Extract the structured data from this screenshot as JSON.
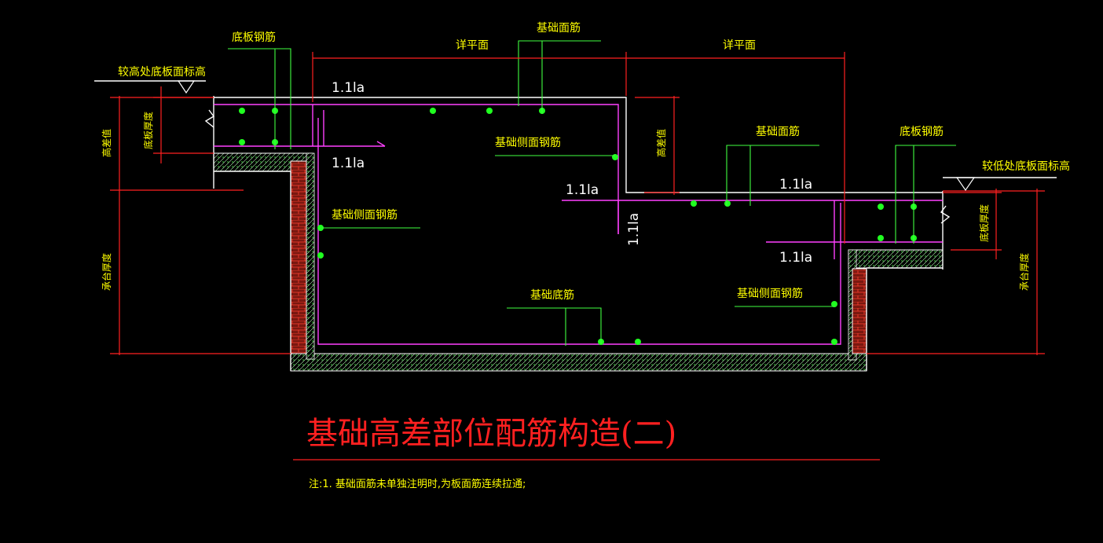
{
  "title": "基础高差部位配筋构造(二)",
  "note": "注:1. 基础面筋未单独注明时,为板面筋连续拉通;",
  "labels": {
    "higher_slab_top": "较高处底板面标高",
    "lower_slab_top": "较低处底板面标高",
    "slab_rebar": "底板钢筋",
    "foundation_top_rebar": "基础面筋",
    "foundation_side_rebar": "基础侧面钢筋",
    "foundation_bottom_rebar": "基础底筋",
    "see_plan": "详平面",
    "anchorage": "1.1la",
    "height_diff": "高差值",
    "slab_thickness": "底板厚度",
    "cap_thickness": "承台厚度"
  },
  "colors": {
    "background": "#000000",
    "dimension": "#ff2020",
    "rebar": "#ff40ff",
    "leader": "#40ff40",
    "text": "#ffff00",
    "outline": "#ffffff",
    "brick": "#c03020"
  }
}
